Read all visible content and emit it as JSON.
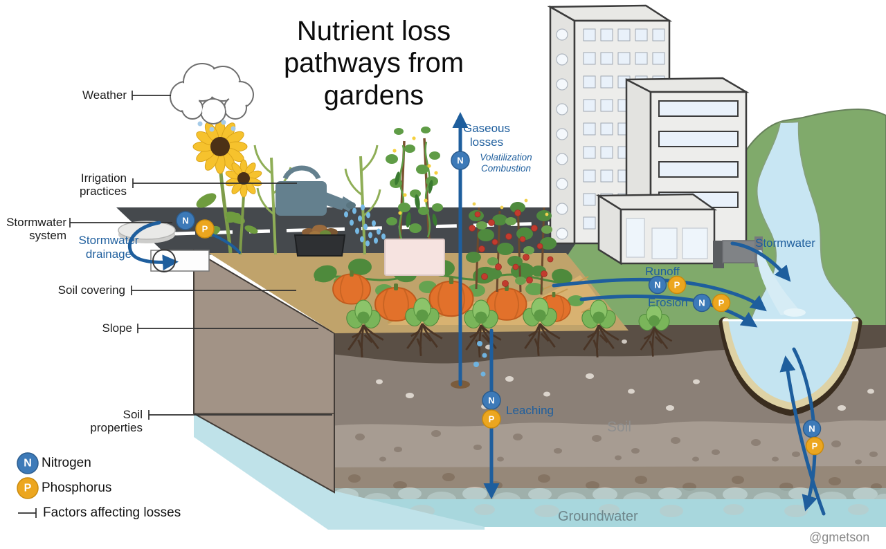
{
  "title": "Nutrient loss pathways from gardens",
  "attribution": "@gmetson",
  "legend": {
    "n_symbol": "N",
    "p_symbol": "P",
    "nitrogen_label": "Nitrogen",
    "phosphorus_label": "Phosphorus",
    "factors_label": "Factors affecting losses"
  },
  "factor_labels": {
    "weather": "Weather",
    "irrigation": "Irrigation practices",
    "stormwater_system": "Stormwater system",
    "soil_covering": "Soil covering",
    "slope": "Slope",
    "soil_properties": "Soil properties"
  },
  "pathway_labels": {
    "gaseous_losses": "Gaseous losses",
    "volatilization": "Volatilization",
    "combustion": "Combustion",
    "stormwater_drainage": "Stormwater drainage",
    "runoff": "Runoff",
    "erosion": "Erosion",
    "stormwater": "Stormwater",
    "leaching": "Leaching"
  },
  "zone_labels": {
    "soil": "Soil",
    "groundwater": "Groundwater"
  },
  "colors": {
    "arrow_blue": "#1e5e9d",
    "nitrogen_fill": "#3d7ab8",
    "phosphorus_fill": "#eca61f"
  }
}
